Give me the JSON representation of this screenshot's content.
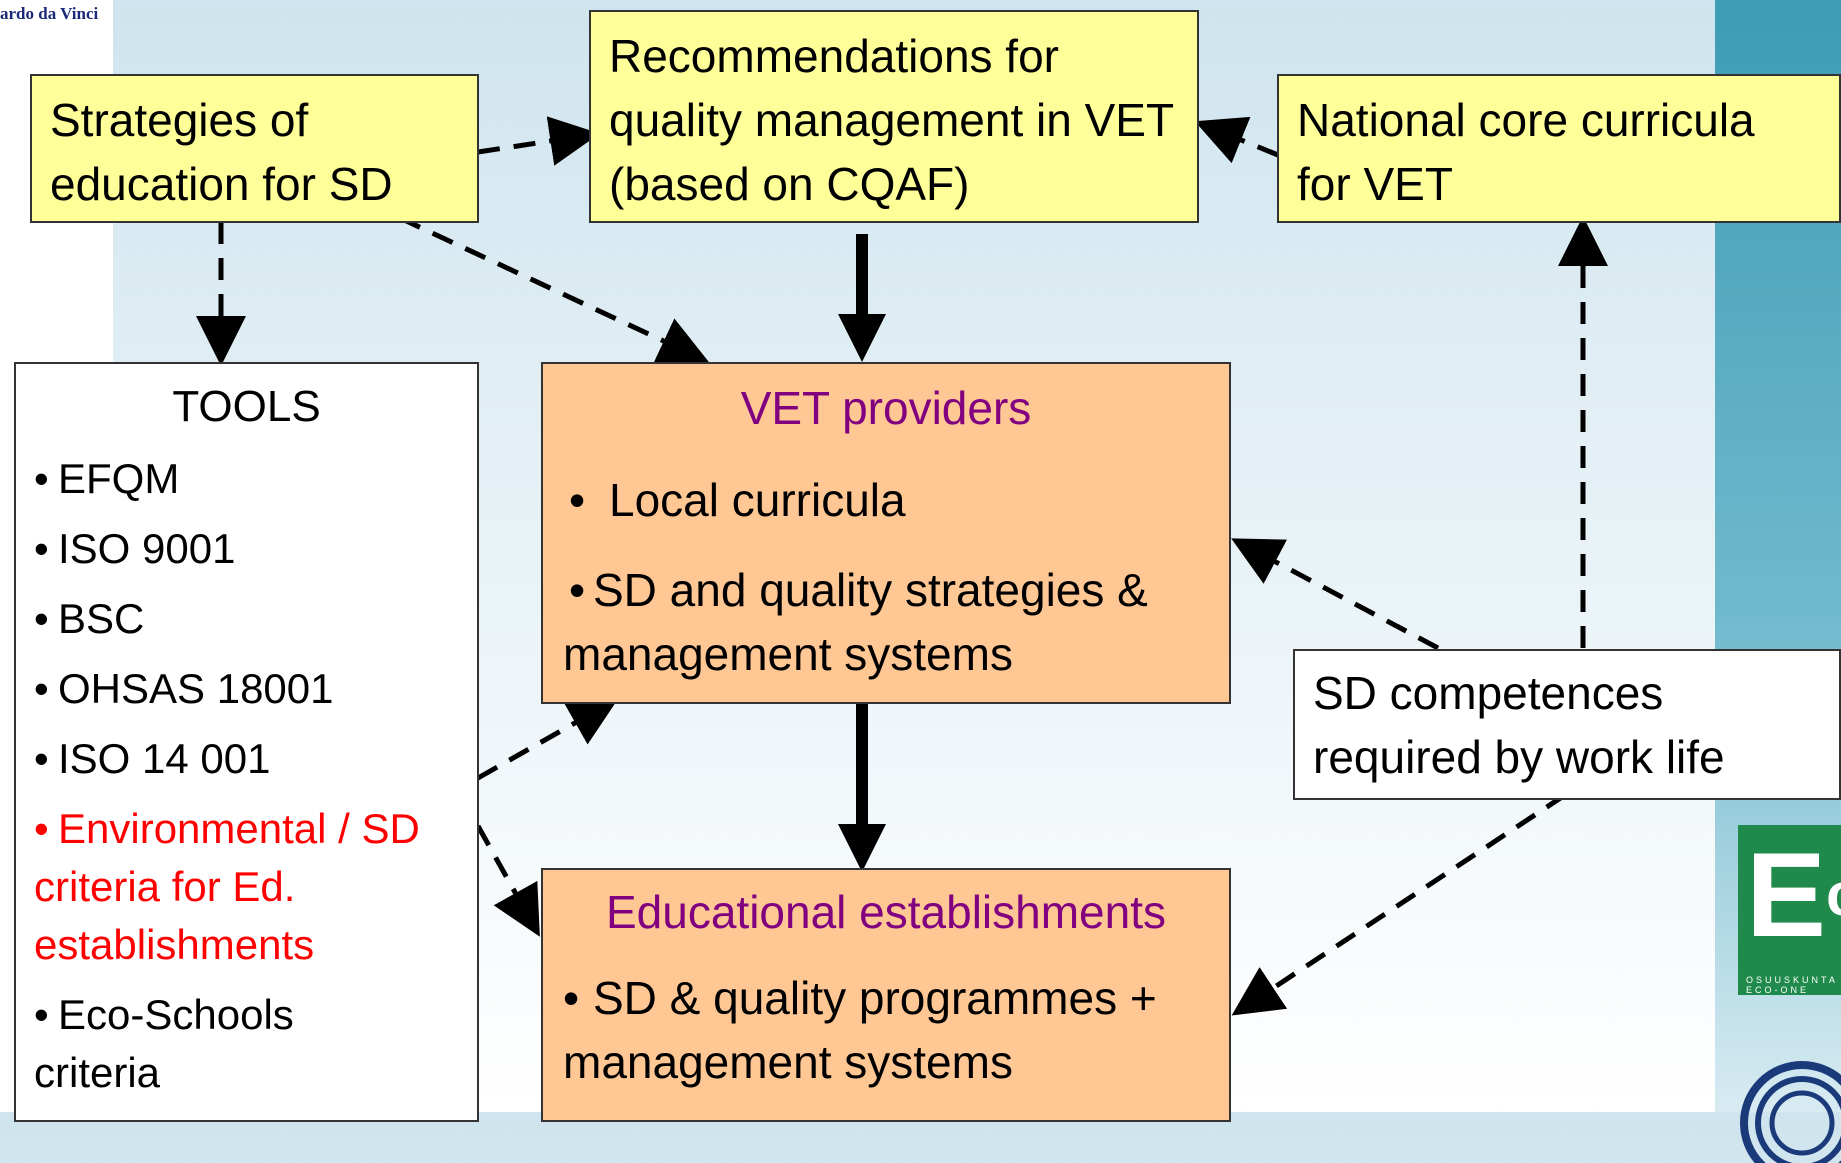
{
  "header": {
    "logo_text": "ardo da Vinci"
  },
  "boxes": {
    "strategies": "Strategies of education for SD",
    "recommendations": "Recommendations for quality management in VET (based on CQAF)",
    "national": "National core curricula for VET",
    "tools": {
      "title": "TOOLS",
      "items": [
        "EFQM",
        "ISO 9001",
        "BSC",
        "OHSAS 18001",
        "ISO 14 001"
      ],
      "red_item": "Environmental / SD criteria for Ed. establishments",
      "last_item": "Eco-Schools criteria"
    },
    "vet": {
      "title": "VET providers",
      "item1": "Local curricula",
      "item2": "SD and quality strategies & management systems"
    },
    "competences": "SD competences required by work life",
    "educational": {
      "title": "Educational establishments",
      "item1": "SD & quality programmes + management systems"
    }
  },
  "logos": {
    "eco": "Eco One",
    "eco_sub": "OSUUSKUNTA ECO-ONE"
  },
  "colors": {
    "yellow": "#ffff99",
    "orange": "#ffc794",
    "purple": "#800080",
    "red": "#ff0000"
  }
}
